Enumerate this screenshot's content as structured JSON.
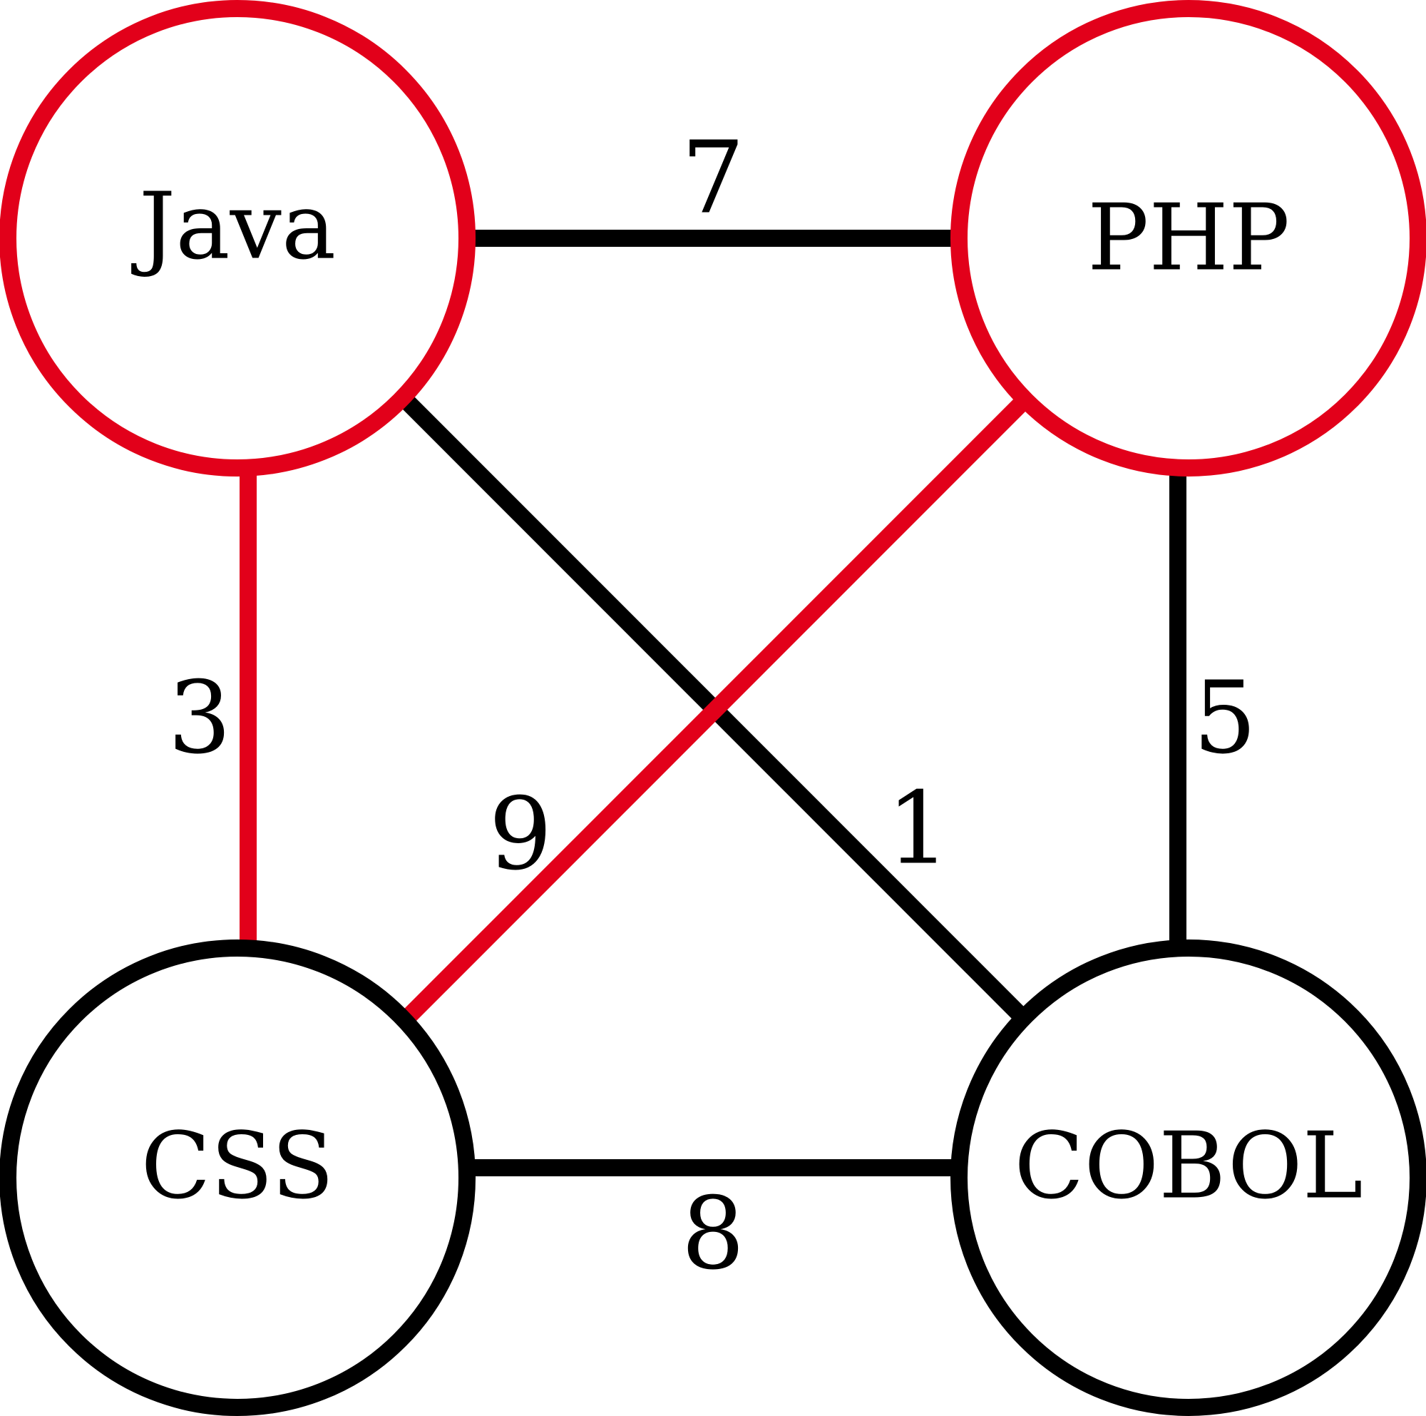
{
  "colors": {
    "highlight": "#e2001a",
    "default": "#000000",
    "node_fill": "#ffffff"
  },
  "nodes": [
    {
      "id": "java",
      "label": "Java",
      "highlighted": true
    },
    {
      "id": "php",
      "label": "PHP",
      "highlighted": true
    },
    {
      "id": "css",
      "label": "CSS",
      "highlighted": false
    },
    {
      "id": "cobol",
      "label": "COBOL",
      "highlighted": false
    }
  ],
  "edges": [
    {
      "from": "java",
      "to": "php",
      "weight": "7",
      "highlighted": false
    },
    {
      "from": "java",
      "to": "css",
      "weight": "3",
      "highlighted": true
    },
    {
      "from": "php",
      "to": "cobol",
      "weight": "5",
      "highlighted": false
    },
    {
      "from": "java",
      "to": "cobol",
      "weight": "1",
      "highlighted": false
    },
    {
      "from": "php",
      "to": "css",
      "weight": "9",
      "highlighted": true
    },
    {
      "from": "css",
      "to": "cobol",
      "weight": "8",
      "highlighted": false
    }
  ]
}
